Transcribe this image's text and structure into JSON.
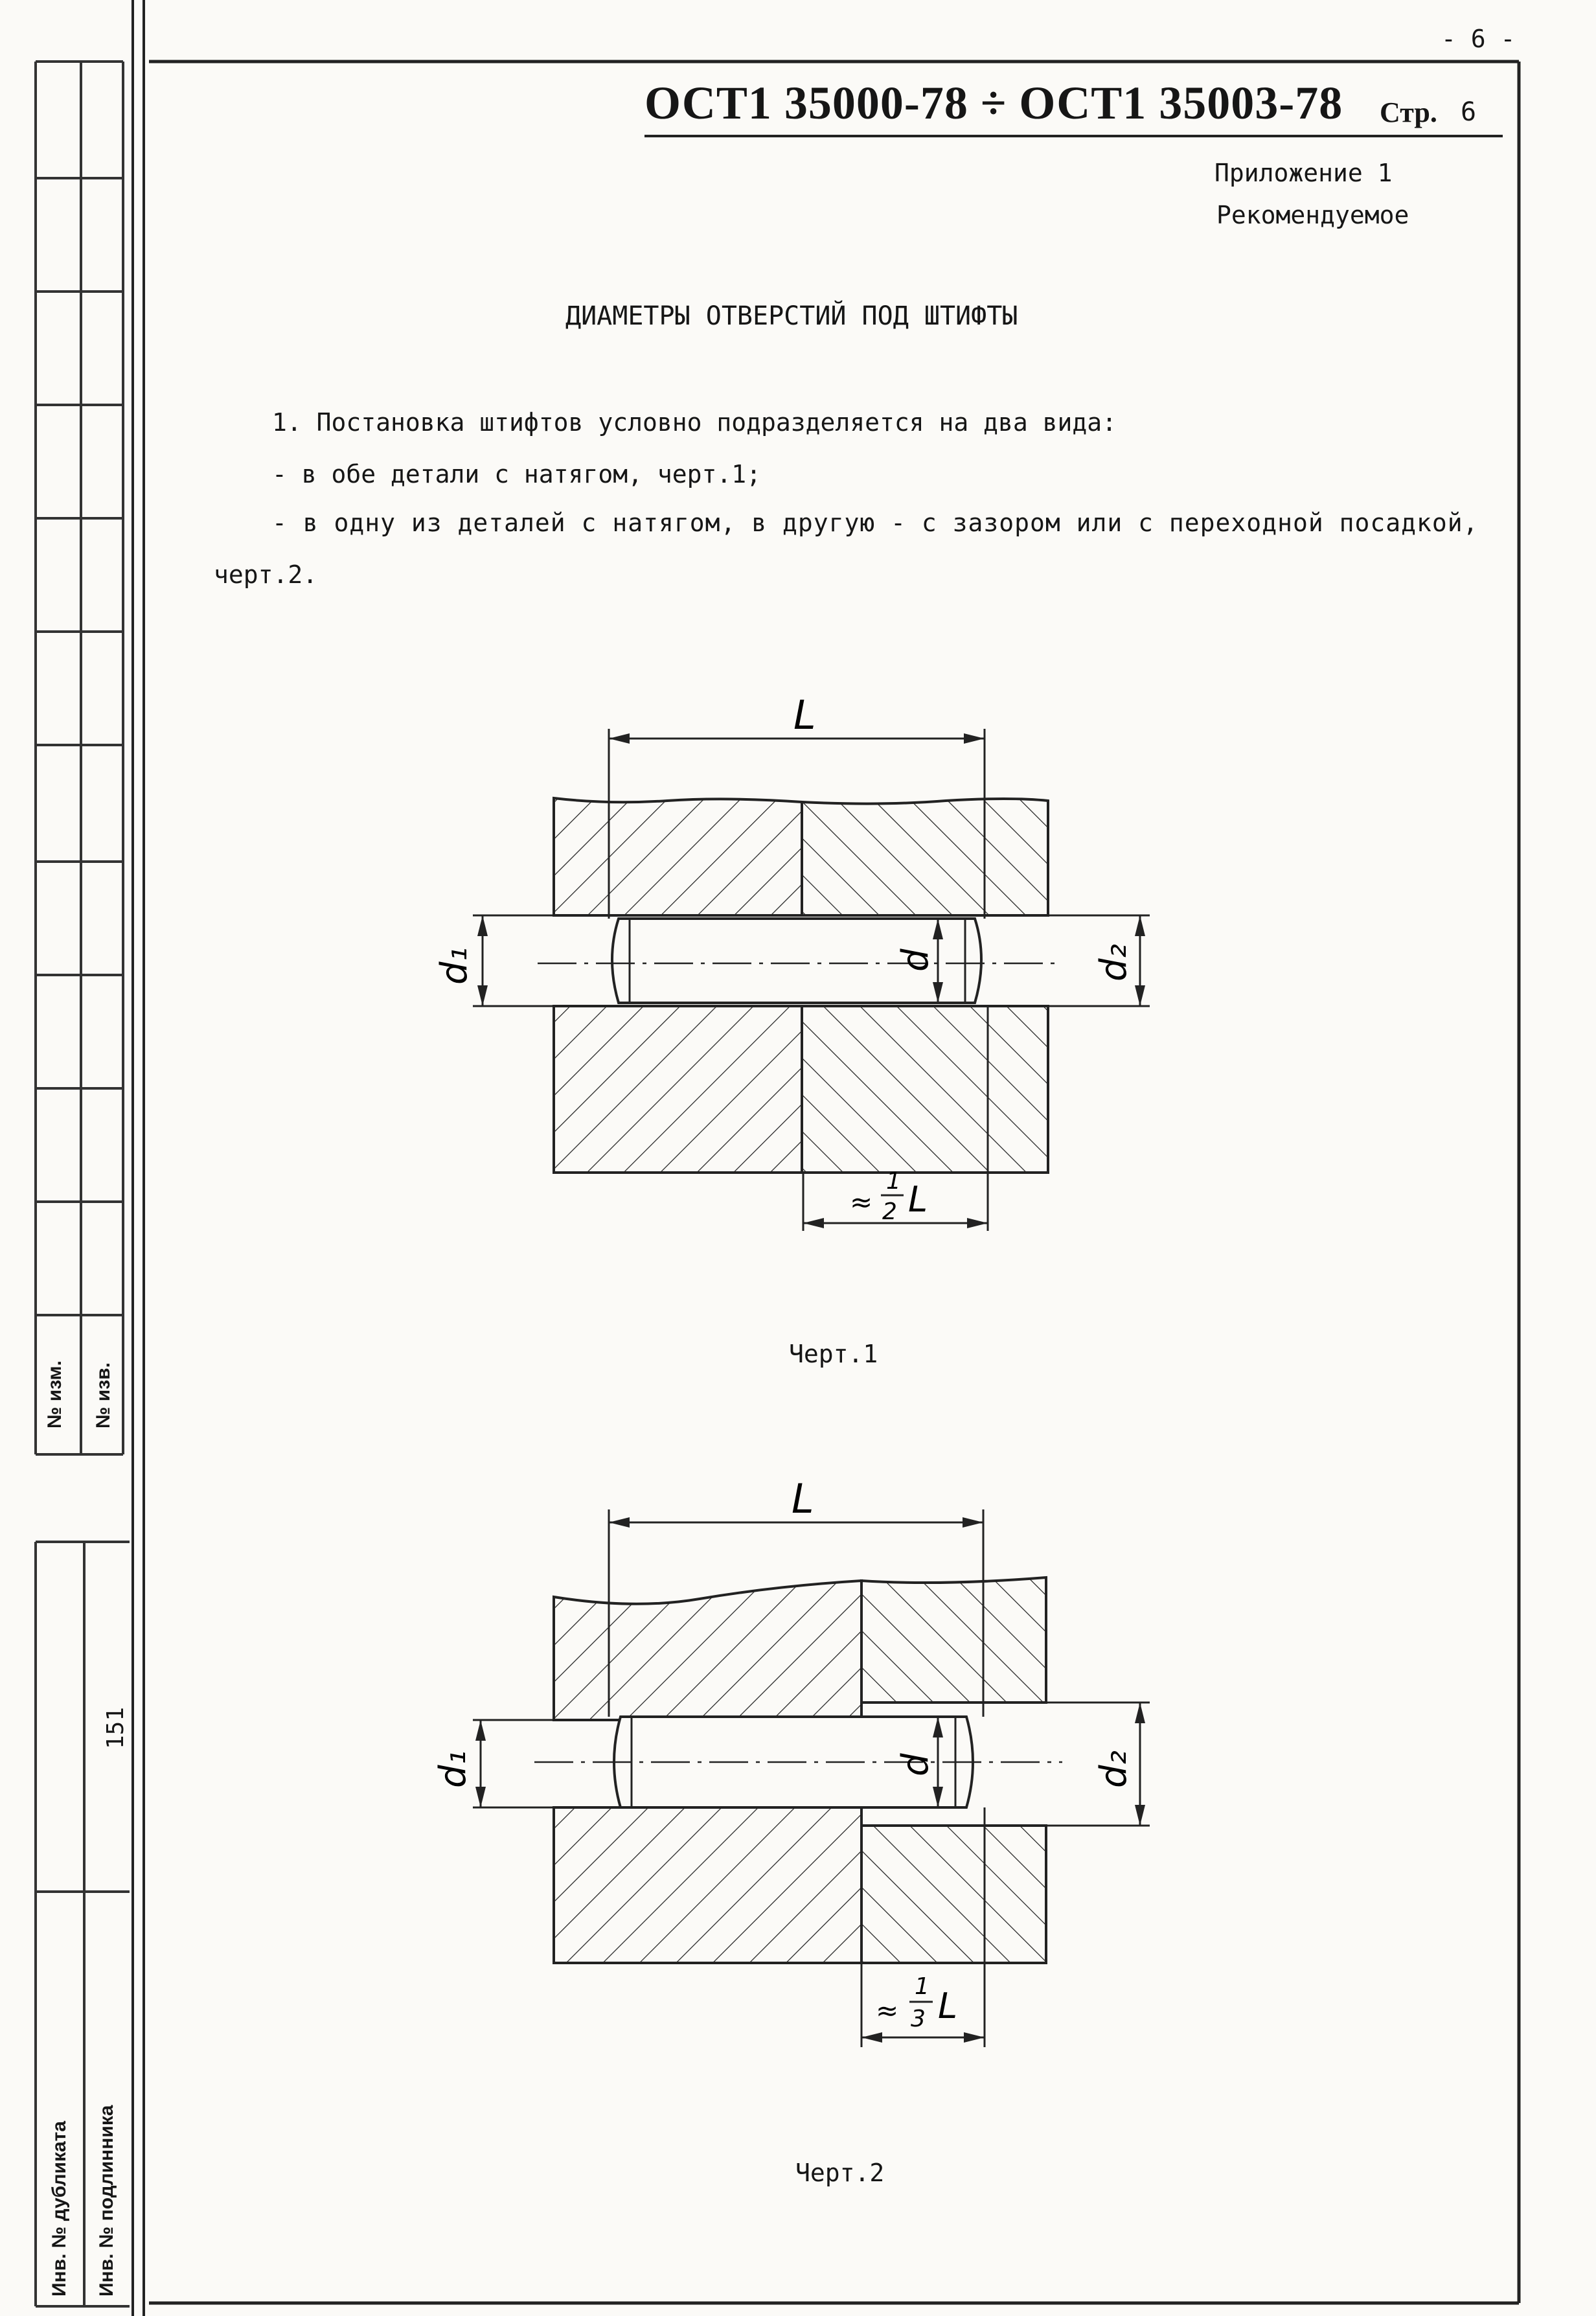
{
  "page_number": "- 6 -",
  "header": {
    "standard": "ОСТ1 35000-78 ÷ ОСТ1 35003-78",
    "page_label": "Стр.",
    "page_value": "6"
  },
  "appendix": {
    "line1": "Приложение 1",
    "line2": "Рекомендуемое"
  },
  "title": "ДИАМЕТРЫ ОТВЕРСТИЙ ПОД ШТИФТЫ",
  "paragraphs": {
    "p1": "1. Постановка штифтов условно подразделяется на два вида:",
    "p2": "- в обе детали с натягом, черт.1;",
    "p3": "- в одну из деталей с натягом, в другую - с зазором или с переходной посадкой,",
    "p4": "черт.2."
  },
  "drawing1": {
    "length_label": "L",
    "d1": "d₁",
    "d": "d",
    "d2": "d₂",
    "approx": "≈",
    "frac_num": "1",
    "frac_den": "2",
    "frac_L": "L",
    "caption": "Черт.1"
  },
  "drawing2": {
    "length_label": "L",
    "d1": "d₁",
    "d": "d",
    "d2": "d₂",
    "approx": "≈",
    "frac_num": "1",
    "frac_den": "3",
    "frac_L": "L",
    "caption": "Черт.2"
  },
  "side_stamp": {
    "izm": "№ изм.",
    "izv": "№ изв.",
    "number": "151",
    "inv_dubl": "Инв. № дубликата",
    "inv_podl": "Инв. № подлинника"
  }
}
